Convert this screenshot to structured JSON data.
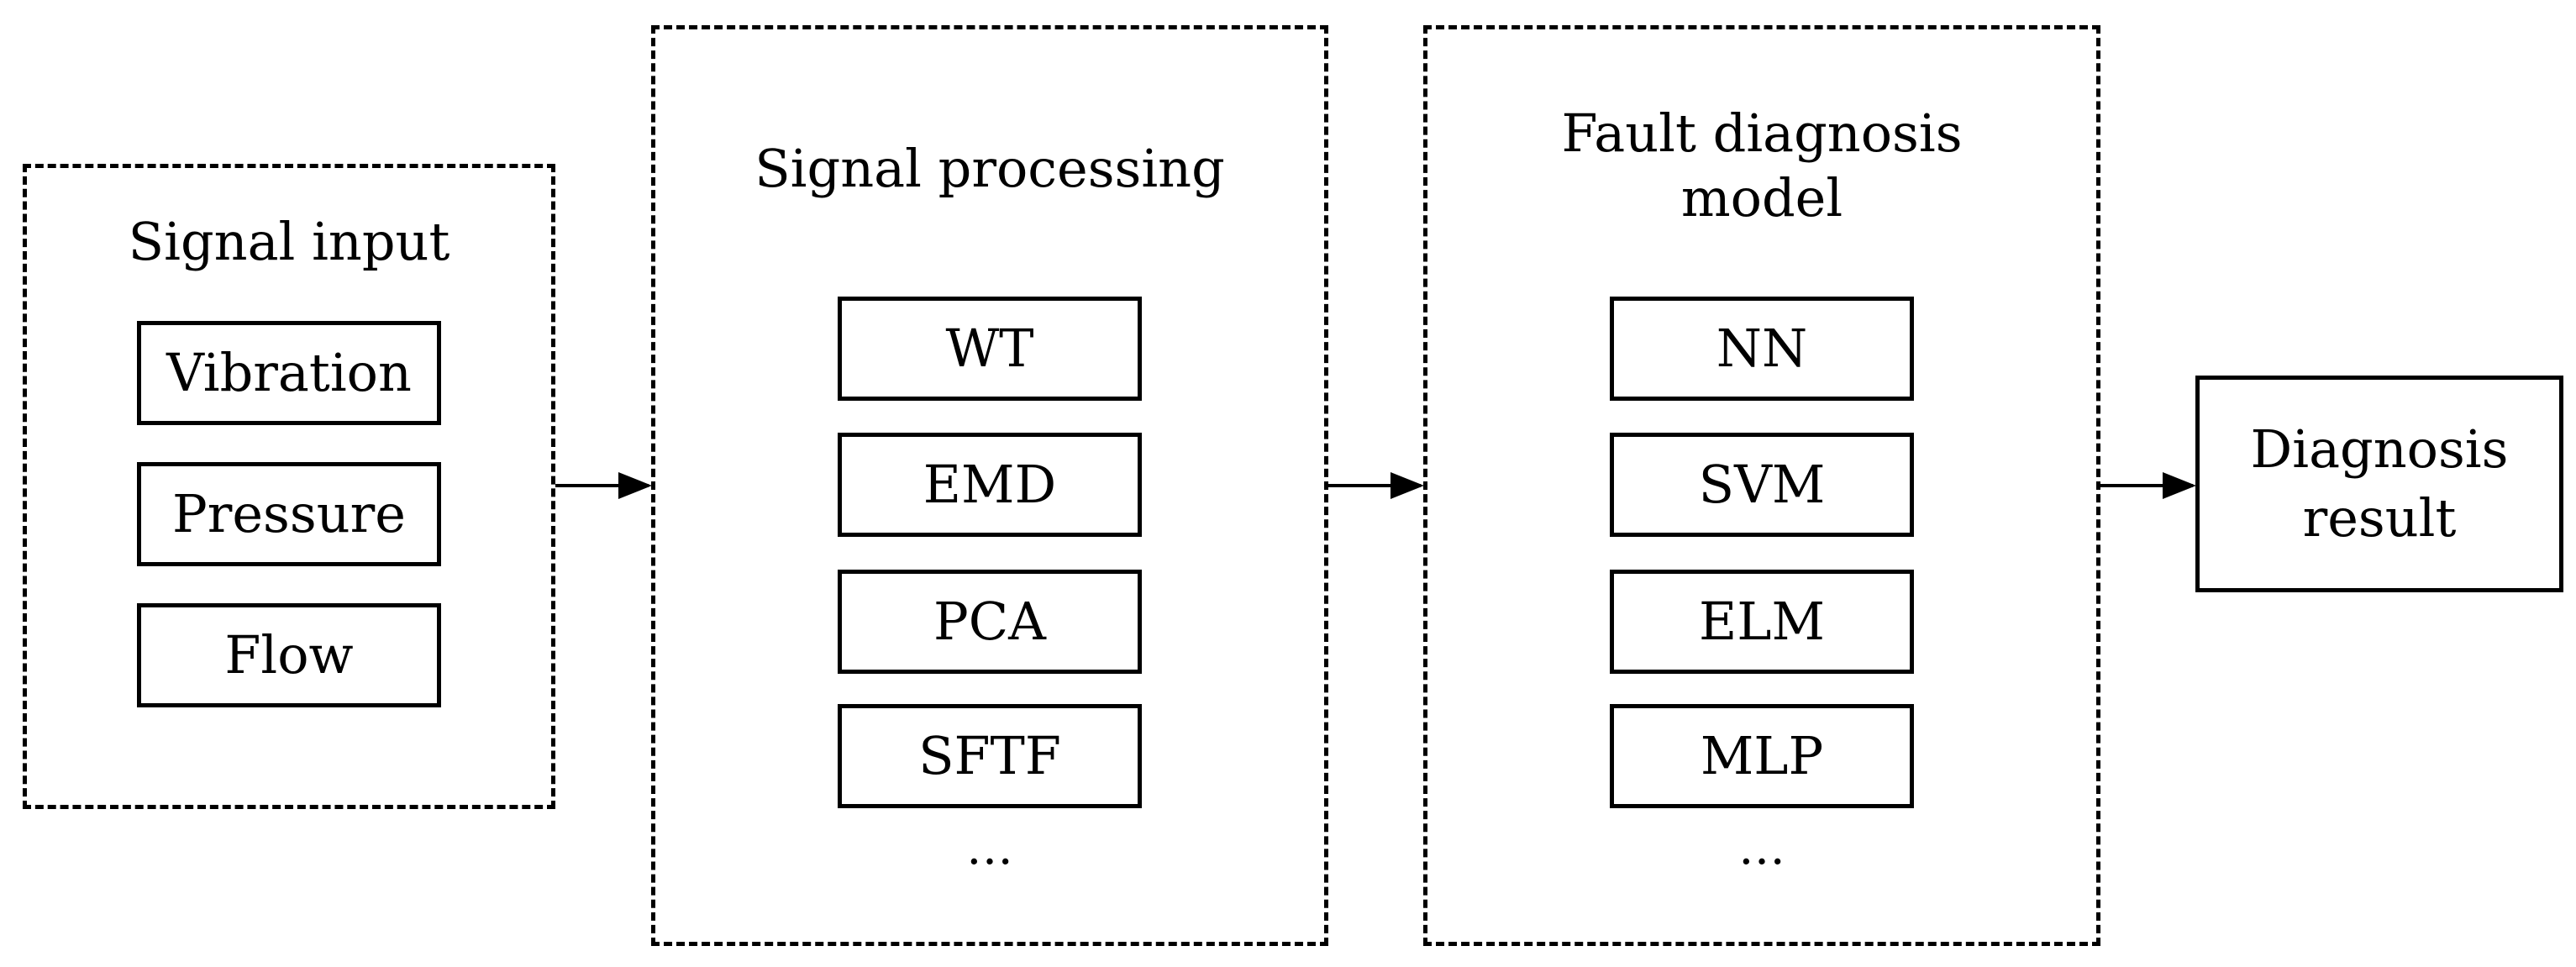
{
  "input_group": {
    "title": "Signal input",
    "items": [
      "Vibration",
      "Pressure",
      "Flow"
    ]
  },
  "processing_group": {
    "title": "Signal processing",
    "items": [
      "WT",
      "EMD",
      "PCA",
      "SFTF"
    ],
    "more": "…"
  },
  "model_group": {
    "title_line1": "Fault diagnosis",
    "title_line2": "model",
    "items": [
      "NN",
      "SVM",
      "ELM",
      "MLP"
    ],
    "more": "…"
  },
  "result": {
    "line1": "Diagnosis",
    "line2": "result"
  }
}
